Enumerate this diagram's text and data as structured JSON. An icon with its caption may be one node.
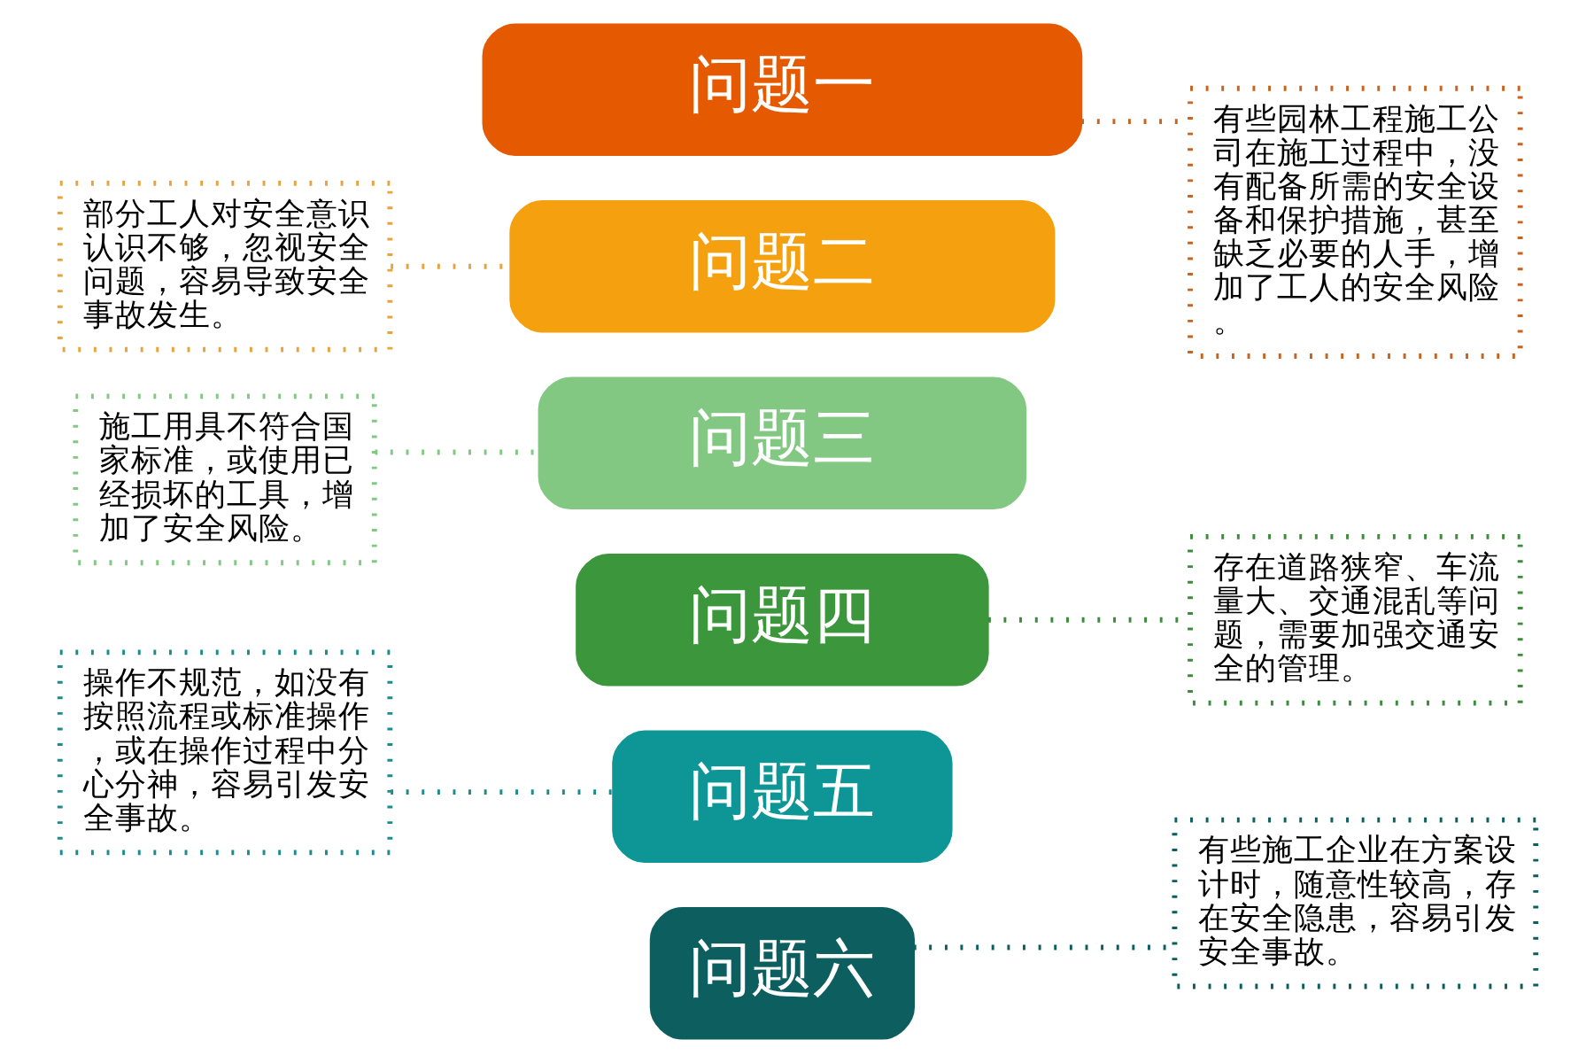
{
  "diagram": {
    "nodes": [
      {
        "text": [
          "问题一"
        ]
      },
      {
        "text": [
          "问题二"
        ]
      },
      {
        "text": [
          "问题三"
        ]
      },
      {
        "text": [
          "问题四"
        ]
      },
      {
        "text": [
          "问题五"
        ]
      },
      {
        "text": [
          "问题六"
        ]
      },
      {
        "text": [
          "部分工人对安全意识认识不够，忽视安全问题，容易导致安全事故发生。"
        ]
      },
      {
        "text": [
          "有些园林工程施工公司在施工过程中，没有配备所需的安全设备和保护措施，甚至缺乏必要的人手，增加了工人的安全风险。"
        ]
      },
      {
        "text": [
          "施工用具不符合国家标准，或使用已经损坏的工具，增加了安全风险。"
        ]
      },
      {
        "text": [
          "存在道路狭窄、车流量大、交通混乱等问题，需要加强交通安全的管理。"
        ]
      },
      {
        "text": [
          "操作不规范，如没有按照流程或标准操作，或在操作过程中分心分神，容易引发安全事故。"
        ]
      },
      {
        "text": [
          "有些施工企业在方案设计时，随意性较高，存在安全隐患，容易引发安全事故。"
        ]
      }
    ],
    "edges": [
      {
        "from": 6,
        "to": 1,
        "arrow": "none",
        "color": "#e8a33c"
      },
      {
        "from": 7,
        "to": 0,
        "arrow": "none",
        "color": "#c8641e"
      },
      {
        "from": 8,
        "to": 2,
        "arrow": "none",
        "color": "#82c882"
      },
      {
        "from": 9,
        "to": 3,
        "arrow": "none",
        "color": "#3c8c3c"
      },
      {
        "from": 10,
        "to": 4,
        "arrow": "none",
        "color": "#1a8c8c"
      },
      {
        "from": 11,
        "to": 5,
        "arrow": "none",
        "color": "#0d5e5e"
      }
    ]
  }
}
